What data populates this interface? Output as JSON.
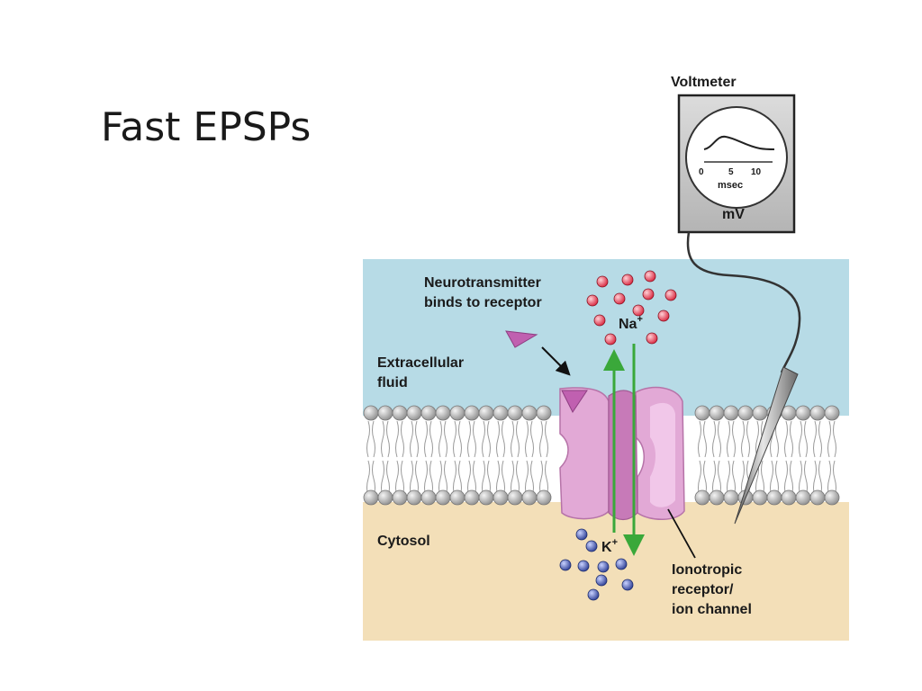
{
  "slide": {
    "title": "Fast EPSPs"
  },
  "voltmeter": {
    "title": "Voltmeter",
    "ticks": [
      "0",
      "5",
      "10"
    ],
    "axis_unit": "msec",
    "unit": "mV"
  },
  "labels": {
    "neurotransmitter_line1": "Neurotransmitter",
    "neurotransmitter_line2": "binds to receptor",
    "sodium": "Na",
    "potassium": "K",
    "charge": "+",
    "extracellular_line1": "Extracellular",
    "extracellular_line2": "fluid",
    "cytosol": "Cytosol",
    "receptor_line1": "Ionotropic",
    "receptor_line2": "receptor/",
    "receptor_line3": "ion channel"
  },
  "colors": {
    "extracellular": "#b7dbe6",
    "cytosol": "#f3dfb8",
    "receptor": "#e2a9d6",
    "receptor_light": "#f3cdec",
    "neurotransmitter": "#c060b0",
    "sodium_ion": "#d8263e",
    "potassium_ion": "#3b4fa6",
    "arrow": "#3aa83a",
    "lipid_head": "#a8a8a8"
  }
}
